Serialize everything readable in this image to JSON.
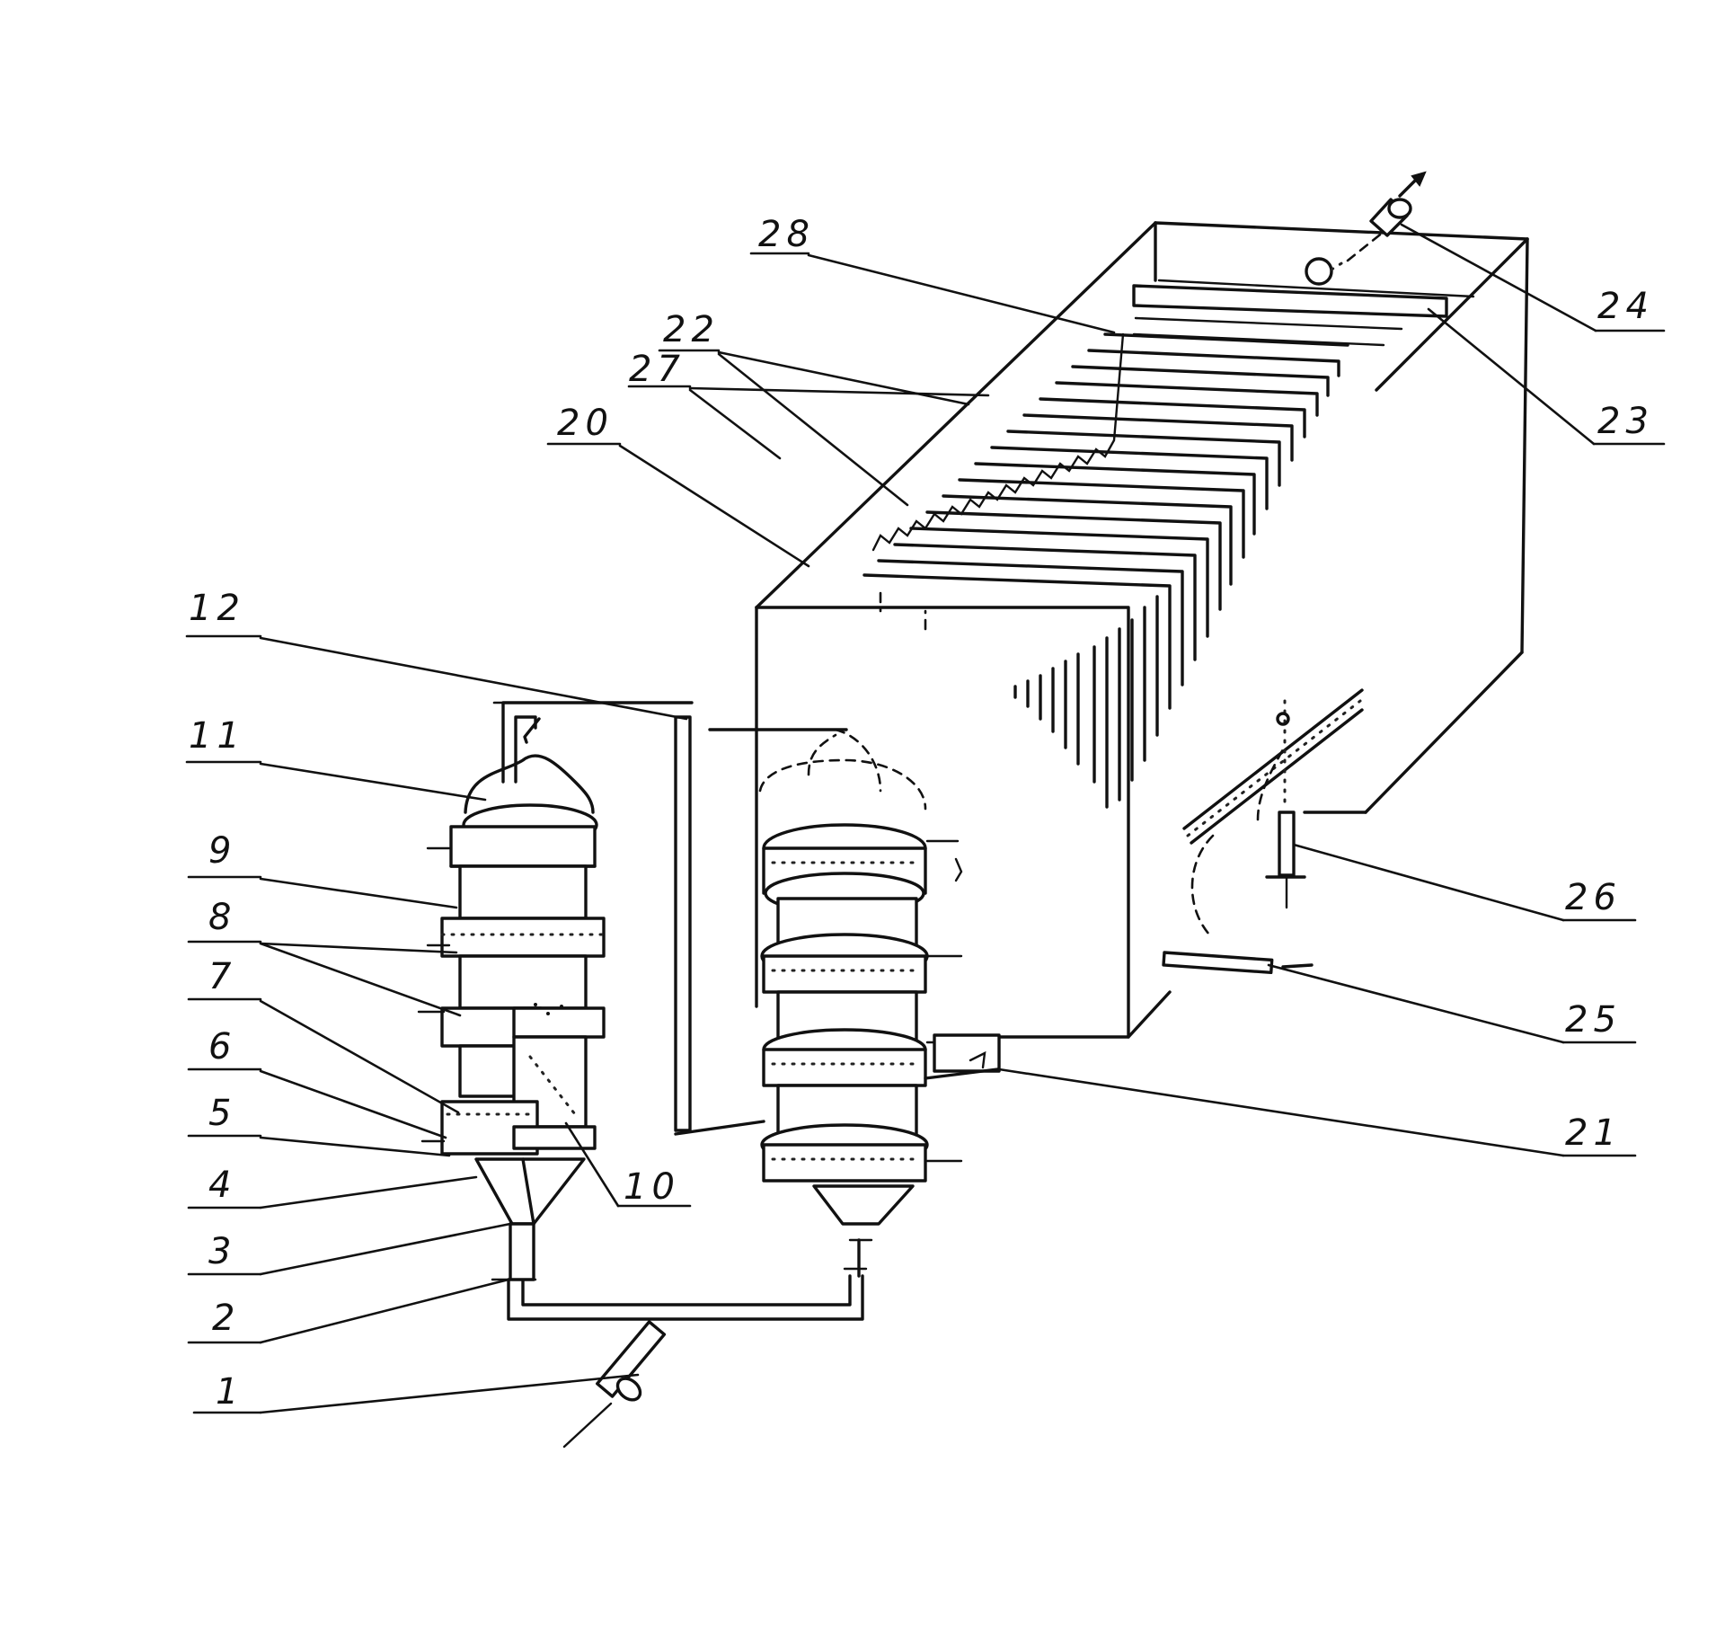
{
  "diagram": {
    "labels": {
      "l1": "1",
      "l2": "2",
      "l3": "3",
      "l4": "4",
      "l5": "5",
      "l6": "6",
      "l7": "7",
      "l8": "8",
      "l9": "9",
      "l10": "10",
      "l11": "11",
      "l12": "12",
      "l20": "20",
      "l21": "21",
      "l22": "22",
      "l23": "23",
      "l24": "24",
      "l25": "25",
      "l26": "26",
      "l27": "27",
      "l28": "28"
    }
  }
}
